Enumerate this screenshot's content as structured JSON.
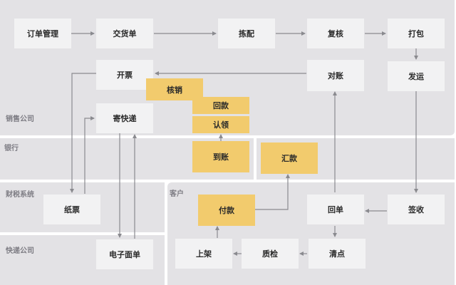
{
  "zones": {
    "sales": "销售公司",
    "bank": "银行",
    "finance": "财税系统",
    "customer": "客户",
    "express": "快递公司"
  },
  "nodes": {
    "order_mgmt": "订单管理",
    "delivery_note": "交货单",
    "picking": "拣配",
    "recheck": "复核",
    "packing": "打包",
    "invoicing": "开票",
    "reconciliation": "对账",
    "shipping": "发运",
    "write_off": "核销",
    "payment_return": "回款",
    "claim": "认领",
    "express_send": "寄快递",
    "received": "到账",
    "remittance": "汇款",
    "paper_invoice": "纸票",
    "payment": "付款",
    "return_receipt": "回单",
    "sign": "签收",
    "shelving": "上架",
    "qc": "质检",
    "count": "清点",
    "waybill": "电子面单"
  },
  "colors": {
    "zone_bg": "#e3e2e5",
    "node_gray": "#f2f2f3",
    "node_yellow": "#f2cb6d",
    "arrow": "#8a8a8f"
  }
}
